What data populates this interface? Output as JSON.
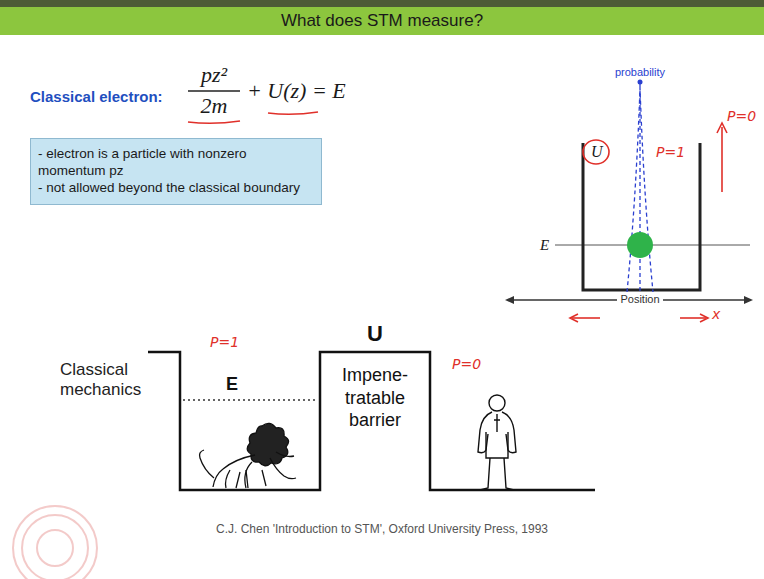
{
  "diagram": {
    "title": "What does STM measure?",
    "caption": "C.J. Chen 'Introduction to STM', Oxford University Press, 1993",
    "nodes": [
      {
        "text": [
          "- electron is a particle with nonzero momentum pz",
          "- not allowed beyond the classical boundary"
        ]
      },
      {
        "text": [
          "U",
          "Impene- tratable barrier"
        ]
      }
    ],
    "labels": [
      "Classical electron:",
      "pz²",
      "2m",
      "+ U(z) = E",
      "probability",
      "P=1",
      "P=0",
      "U",
      "E",
      "Position",
      "x",
      "Classical mechanics",
      "P=1",
      "E",
      "P=0"
    ]
  }
}
